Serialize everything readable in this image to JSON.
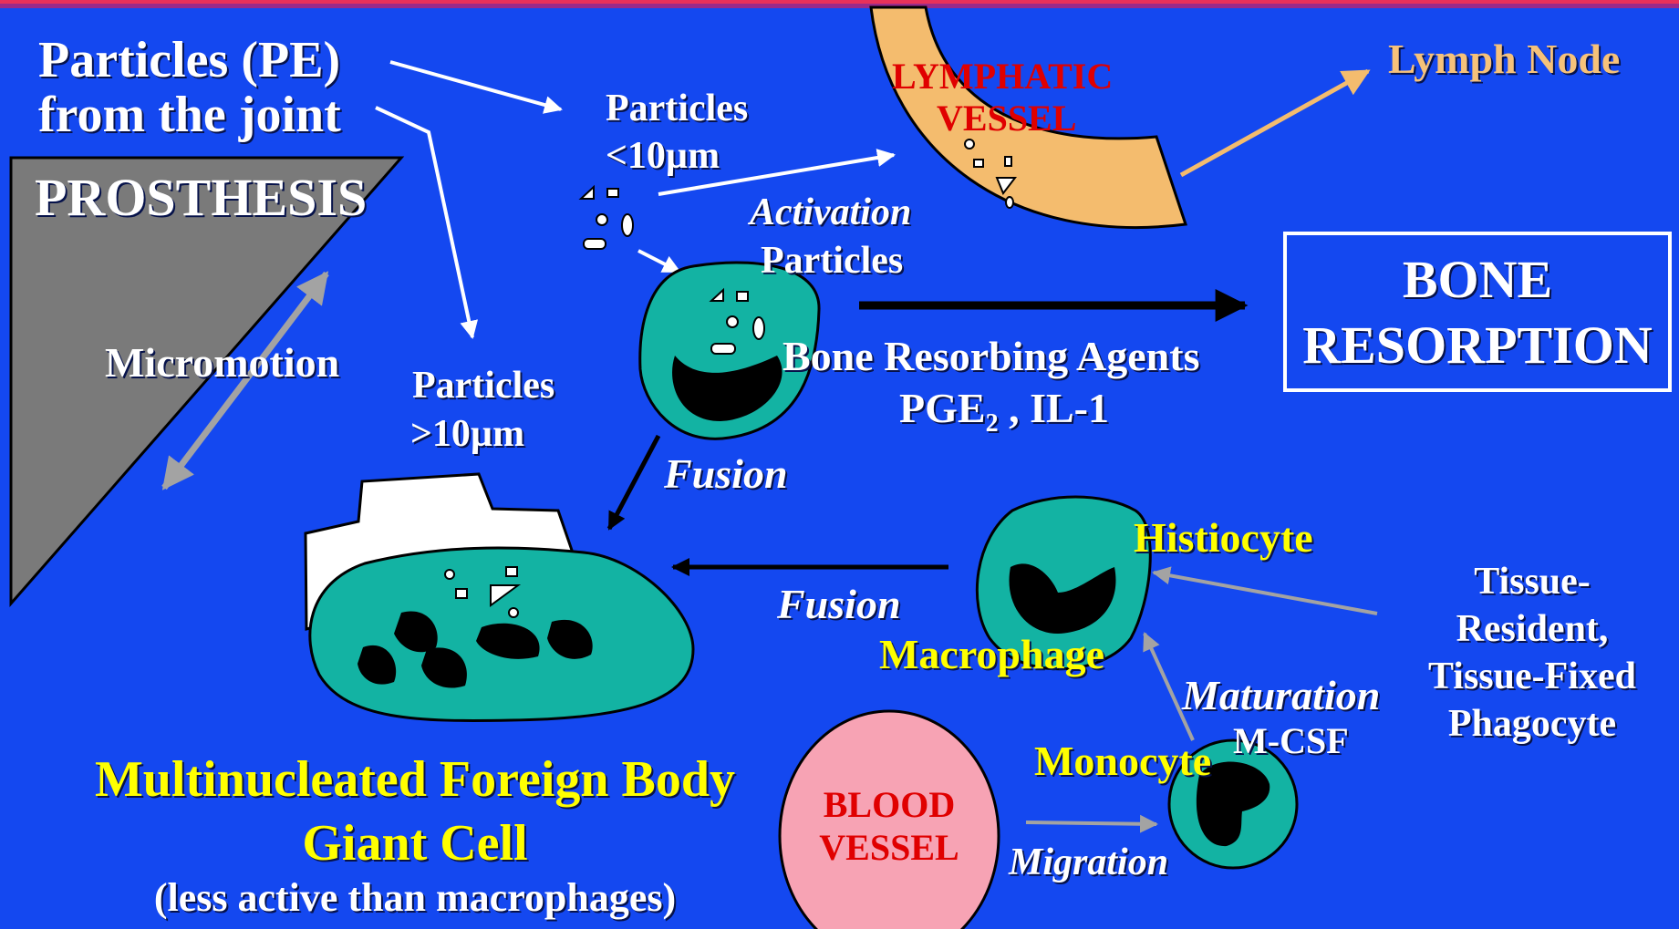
{
  "colors": {
    "background": "#1448f0",
    "cell_fill": "#13b3a3",
    "nucleus": "#000000",
    "prosthesis": "#7a7a7a",
    "lymphatic": "#f4bc6e",
    "blood_vessel": "#f7a3b4",
    "text_white": "#ffffff",
    "text_yellow": "#ffff00",
    "text_orange": "#f6c27a",
    "text_red": "#e00000",
    "gray_arrow": "#a3a3a3"
  },
  "labels": {
    "particles_pe_line1": "Particles (PE)",
    "particles_pe_line2": "from the joint",
    "prosthesis": "PROSTHESIS",
    "micromotion": "Micromotion",
    "particles_small_line1": "Particles",
    "particles_small_line2": "<10µm",
    "particles_large_line1": "Particles",
    "particles_large_line2": ">10µm",
    "lymphatic_line1": "LYMPHATIC",
    "lymphatic_line2": "VESSEL",
    "lymph_node": "Lymph Node",
    "activation_line1": "Activation",
    "activation_line2": "Particles",
    "bone_resorbing_agents": "Bone Resorbing Agents",
    "pge_prefix": "PGE",
    "pge_sub": "2",
    "pge_suffix": " ,  IL-1",
    "bone_line1": "BONE",
    "bone_line2": "RESORPTION",
    "fusion_upper": "Fusion",
    "fusion_lower": "Fusion",
    "histiocyte": "Histiocyte",
    "macrophage": "Macrophage",
    "tissue_line1": "Tissue-",
    "tissue_line2": "Resident,",
    "tissue_line3": "Tissue-Fixed",
    "tissue_line4": "Phagocyte",
    "maturation": "Maturation",
    "mcsf": "M-CSF",
    "monocyte": "Monocyte",
    "blood_line1": "BLOOD",
    "blood_line2": "VESSEL",
    "migration": "Migration",
    "giant_line1": "Multinucleated Foreign Body",
    "giant_line2": "Giant Cell",
    "giant_line3": "(less active than macrophages)"
  }
}
